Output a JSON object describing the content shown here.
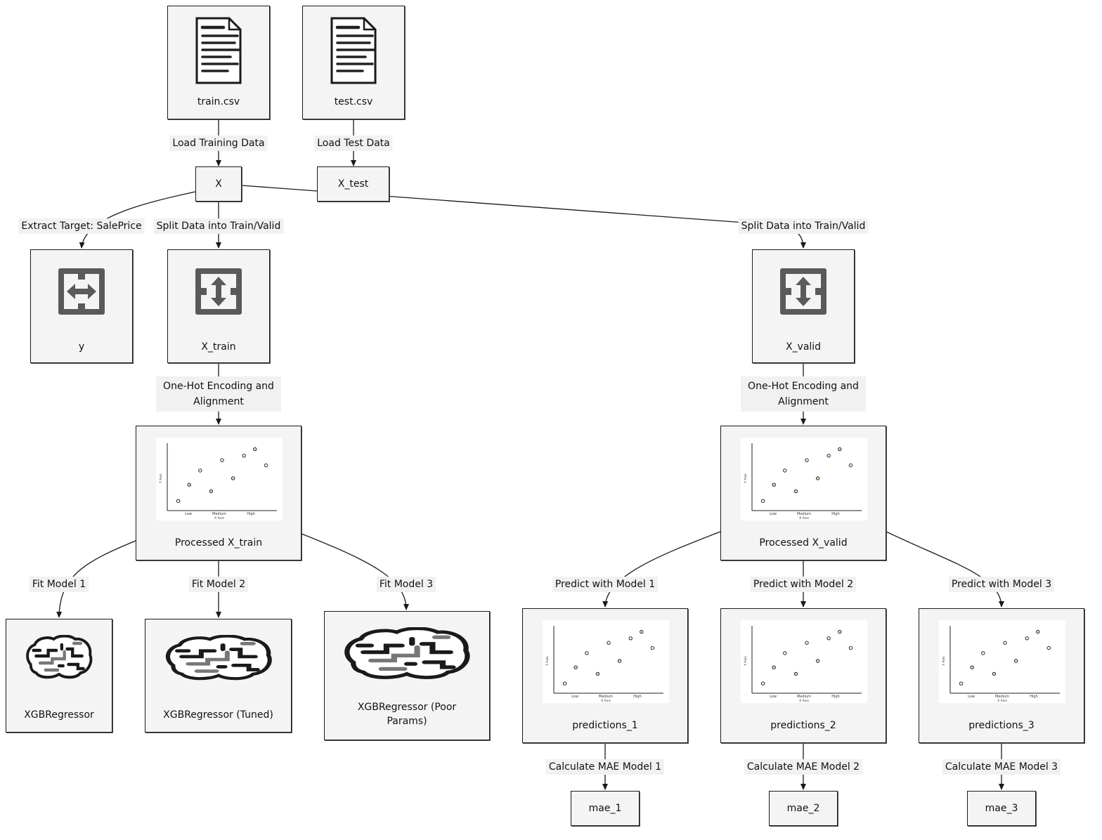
{
  "nodes": {
    "train_csv": "train.csv",
    "test_csv": "test.csv",
    "x": "X",
    "x_test": "X_test",
    "y": "y",
    "x_train": "X_train",
    "x_valid": "X_valid",
    "processed_x_train": "Processed X_train",
    "processed_x_valid": "Processed X_valid",
    "model1": "XGBRegressor",
    "model2": "XGBRegressor (Tuned)",
    "model3": "XGBRegressor (Poor Params)",
    "pred1": "predictions_1",
    "pred2": "predictions_2",
    "pred3": "predictions_3",
    "mae1": "mae_1",
    "mae2": "mae_2",
    "mae3": "mae_3"
  },
  "edges": {
    "load_train": "Load Training Data",
    "load_test": "Load Test Data",
    "extract_target": "Extract Target: SalePrice",
    "split_train": "Split Data into Train/Valid",
    "split_valid": "Split Data into Train/Valid",
    "ohe_train": "One-Hot Encoding and Alignment",
    "ohe_valid": "One-Hot Encoding and Alignment",
    "fit1": "Fit Model 1",
    "fit2": "Fit Model 2",
    "fit3": "Fit Model 3",
    "predict1": "Predict with Model 1",
    "predict2": "Predict with Model 2",
    "predict3": "Predict with Model 3",
    "mae_calc1": "Calculate MAE Model 1",
    "mae_calc2": "Calculate MAE Model 2",
    "mae_calc3": "Calculate MAE Model 3"
  },
  "mini_chart": {
    "x_ticks": [
      "Low",
      "Medium",
      "High"
    ],
    "x_axis": "X Axis",
    "y_axis": "Y Axis"
  },
  "colors": {
    "stroke": "#1a1a1a",
    "fill": "#f4f4f4",
    "icon": "#5a5a5a",
    "label_bg": "#f1f1f1"
  },
  "icons": {
    "document": "document-icon",
    "split_lr": "split-horizontal-icon",
    "split_ud": "split-vertical-icon",
    "brain": "brain-icon",
    "scatter": "scatter-plot-icon"
  }
}
